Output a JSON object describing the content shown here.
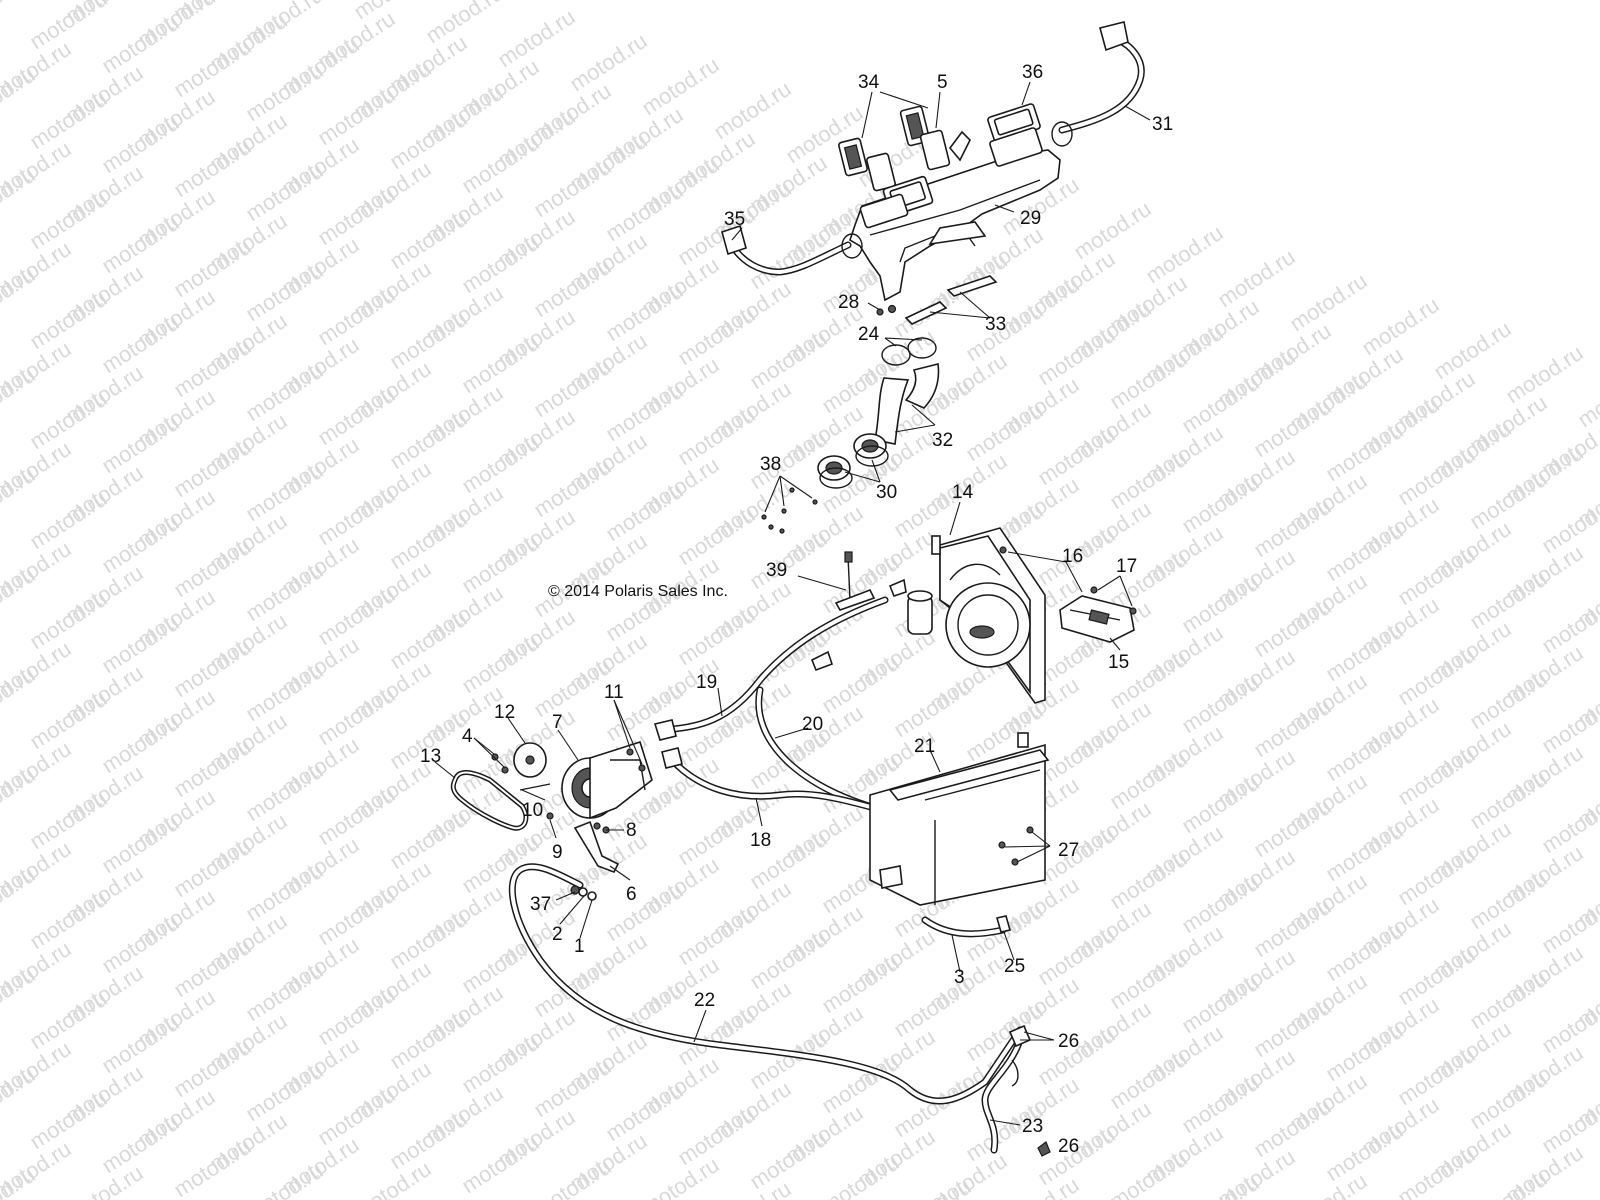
{
  "watermark": {
    "text": "motod.ru"
  },
  "copyright": {
    "text": "© 2014 Polaris Sales Inc."
  },
  "callouts": [
    {
      "label": "34",
      "name": "callout-34"
    },
    {
      "label": "5",
      "name": "callout-5"
    },
    {
      "label": "36",
      "name": "callout-36"
    },
    {
      "label": "31",
      "name": "callout-31"
    },
    {
      "label": "35",
      "name": "callout-35"
    },
    {
      "label": "29",
      "name": "callout-29"
    },
    {
      "label": "28",
      "name": "callout-28"
    },
    {
      "label": "33",
      "name": "callout-33"
    },
    {
      "label": "24",
      "name": "callout-24"
    },
    {
      "label": "32",
      "name": "callout-32"
    },
    {
      "label": "38",
      "name": "callout-38"
    },
    {
      "label": "30",
      "name": "callout-30"
    },
    {
      "label": "14",
      "name": "callout-14"
    },
    {
      "label": "16",
      "name": "callout-16"
    },
    {
      "label": "17",
      "name": "callout-17"
    },
    {
      "label": "15",
      "name": "callout-15"
    },
    {
      "label": "39",
      "name": "callout-39"
    },
    {
      "label": "19",
      "name": "callout-19"
    },
    {
      "label": "20",
      "name": "callout-20"
    },
    {
      "label": "21",
      "name": "callout-21"
    },
    {
      "label": "11",
      "name": "callout-11"
    },
    {
      "label": "12",
      "name": "callout-12"
    },
    {
      "label": "7",
      "name": "callout-7"
    },
    {
      "label": "4",
      "name": "callout-4"
    },
    {
      "label": "13",
      "name": "callout-13"
    },
    {
      "label": "10",
      "name": "callout-10"
    },
    {
      "label": "8",
      "name": "callout-8"
    },
    {
      "label": "9",
      "name": "callout-9"
    },
    {
      "label": "18",
      "name": "callout-18"
    },
    {
      "label": "27",
      "name": "callout-27"
    },
    {
      "label": "6",
      "name": "callout-6"
    },
    {
      "label": "37",
      "name": "callout-37"
    },
    {
      "label": "2",
      "name": "callout-2"
    },
    {
      "label": "1",
      "name": "callout-1"
    },
    {
      "label": "3",
      "name": "callout-3"
    },
    {
      "label": "25",
      "name": "callout-25"
    },
    {
      "label": "22",
      "name": "callout-22"
    },
    {
      "label": "26",
      "name": "callout-26a"
    },
    {
      "label": "23",
      "name": "callout-23"
    },
    {
      "label": "26",
      "name": "callout-26b"
    }
  ]
}
